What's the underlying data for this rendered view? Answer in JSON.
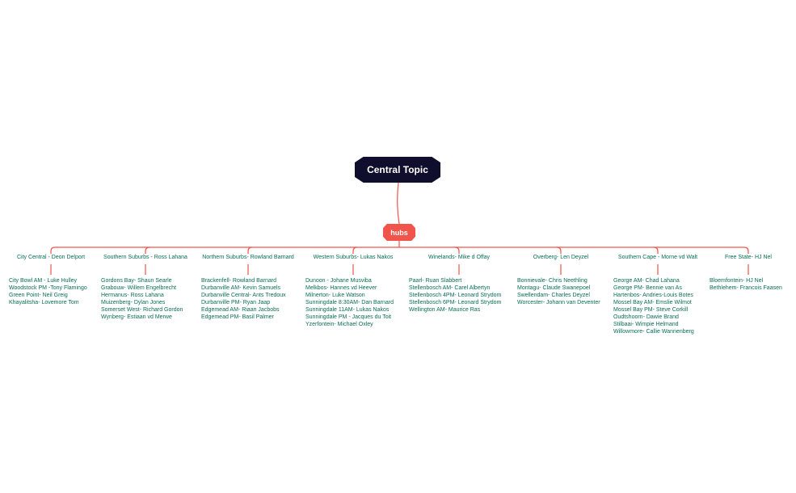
{
  "central_topic": "Central Topic",
  "hub": "hubs",
  "colors": {
    "central_bg": "#0f0f2d",
    "hub_bg": "#f0544a",
    "line": "#f0544a",
    "text": "#0a6e52"
  },
  "branches": [
    {
      "title": "City Central - Deon Delport",
      "items": [
        "City Bowl AM - Luke Hulley",
        "Woodstock PM -Tony Flamingo",
        "Green Point- Neil Greig",
        "Khayalitsha- Lovemore Tom"
      ]
    },
    {
      "title": "Southern Suburbs - Ross Lahana",
      "items": [
        "Gordons Bay- Shaun Searle",
        "Grabouw- Willem Engelbrecht",
        "Hermanus- Ross Lahana",
        "Muizenberg- Dylan Jones",
        "Somerset West- Richard Gordon",
        "Wynberg- Estiaan vd Merwe"
      ]
    },
    {
      "title": "Northern Suburbs- Rowland Barnard",
      "items": [
        "Brackenfell- Rowland Barnard",
        "Durbanville AM- Kevin Samuels",
        "Durbanville Central- Ants Tredoux",
        "Durbanville PM- Ryan Jaap",
        "Edgemead AM- Riaan Jacbobs",
        "Edgemead PM- Basil Palmer"
      ]
    },
    {
      "title": "Western Suburbs- Lukas Nakos",
      "items": [
        "Dunoon - Johane Musviba",
        "Melkbos- Hannes vd Heever",
        "Milnerton- Luke Watson",
        "Sunningdale 8:30AM- Dan Barnard",
        "Sunningdale 11AM- Lukas Nakos",
        "Sunningdale PM - Jacques du Toit",
        "Yzerfontein- Michael Oxley"
      ]
    },
    {
      "title": "Winelands- Mike d Offay",
      "items": [
        "Paarl- Ruan Slabbert",
        "Stellenbosch AM- Carel Albertyn",
        "Stellenbosch 4PM- Leonard Strydom",
        "Stellenbosch 6PM- Leonard Strydom",
        "Wellington AM- Maurice Ras"
      ]
    },
    {
      "title": "Overberg- Len Deyzel",
      "items": [
        "Bonnievale- Chris Neethling",
        "Montagu- Claude Swanepoel",
        "Swellendam- Charles Deyzel",
        "Worcester- Johann van Deventer"
      ]
    },
    {
      "title": "Southern Cape - Morne vd Walt",
      "items": [
        "George AM- Chad Lahana",
        "George PM- Bennie van As",
        "Hartenbos- Andries-Louis Botes",
        "Mossel Bay AM- Emslie Wilmot",
        "Mossel Bay PM- Steve Corkill",
        "Oudtshoorn- Dawie Brand",
        "Stilbaai- Wimpie Helmand",
        "Willowmore- Callie Wannenberg"
      ]
    },
    {
      "title": "Free State- HJ Nel",
      "items": [
        "Bloemfontein- HJ Nel",
        "Bethlehem- Francois Faasen"
      ]
    }
  ]
}
